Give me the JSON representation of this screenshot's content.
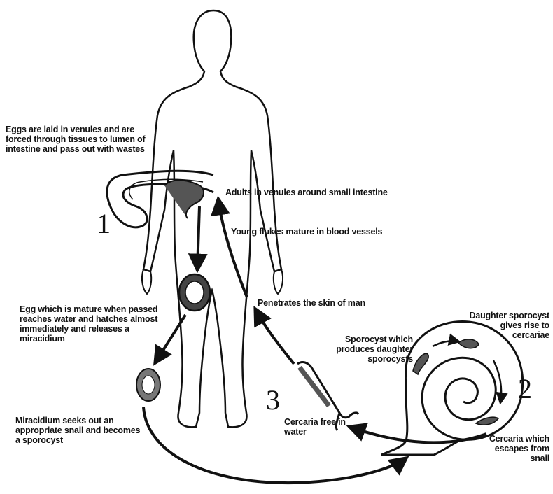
{
  "labels": {
    "eggs_laid": "Eggs are laid in venules and are forced through tissues to lumen of intestine and pass out with wastes",
    "adults": "Adults in venules around small intestine",
    "young_flukes": "Young flukes mature in blood vessels",
    "penetrates": "Penetrates the skin of man",
    "egg_mature": "Egg which is mature when passed reaches water and hatches almost immediately and releases a miracidium",
    "miracidium": "Miracidium seeks out an appropriate snail and becomes a sporocyst",
    "sporocyst": "Sporocyst which produces daughter sporocysts",
    "daughter": "Daughter sporocyst gives rise to cercariae",
    "cercaria_escapes": "Cercaria which escapes from snail",
    "cercaria_free": "Cercaria free in water"
  },
  "stage_numbers": {
    "one": "1",
    "two": "2",
    "three": "3"
  },
  "colors": {
    "ink": "#111111",
    "background": "#ffffff"
  }
}
